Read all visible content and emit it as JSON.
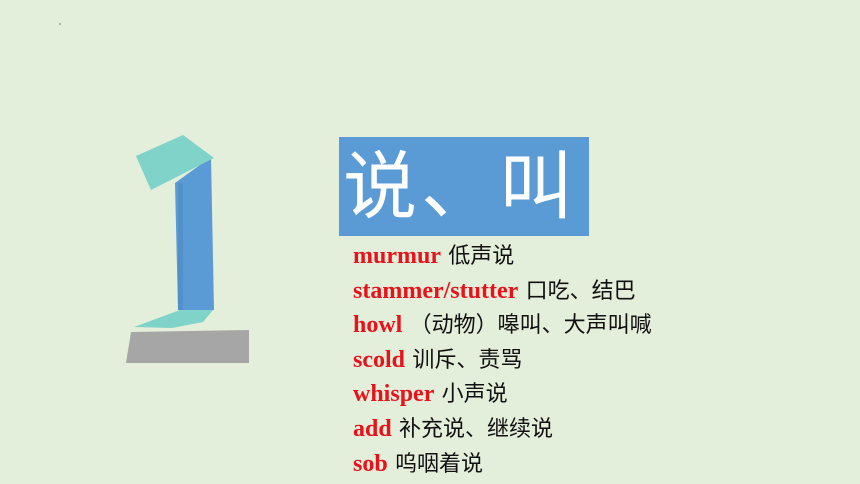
{
  "slide": {
    "section_number": "1",
    "title": "说、叫",
    "colors": {
      "background": "#e3eedb",
      "title_box": "#5b9bd5",
      "title_text": "#ffffff",
      "english_word": "#e8121a",
      "chinese_text": "#111111",
      "numeral_stem": "#5b9bd5",
      "numeral_flag": "#7fd3c8",
      "numeral_base": "#a6a6a6"
    },
    "vocabulary": [
      {
        "word": "murmur",
        "meaning": "低声说"
      },
      {
        "word": "stammer/stutter",
        "meaning": "口吃、结巴"
      },
      {
        "word": "howl",
        "meaning": "（动物）嗥叫、大声叫喊"
      },
      {
        "word": "scold",
        "meaning": "训斥、责骂"
      },
      {
        "word": "whisper",
        "meaning": "小声说"
      },
      {
        "word": "add",
        "meaning": " 补充说、继续说"
      },
      {
        "word": "sob",
        "meaning": "呜咽着说"
      }
    ]
  }
}
